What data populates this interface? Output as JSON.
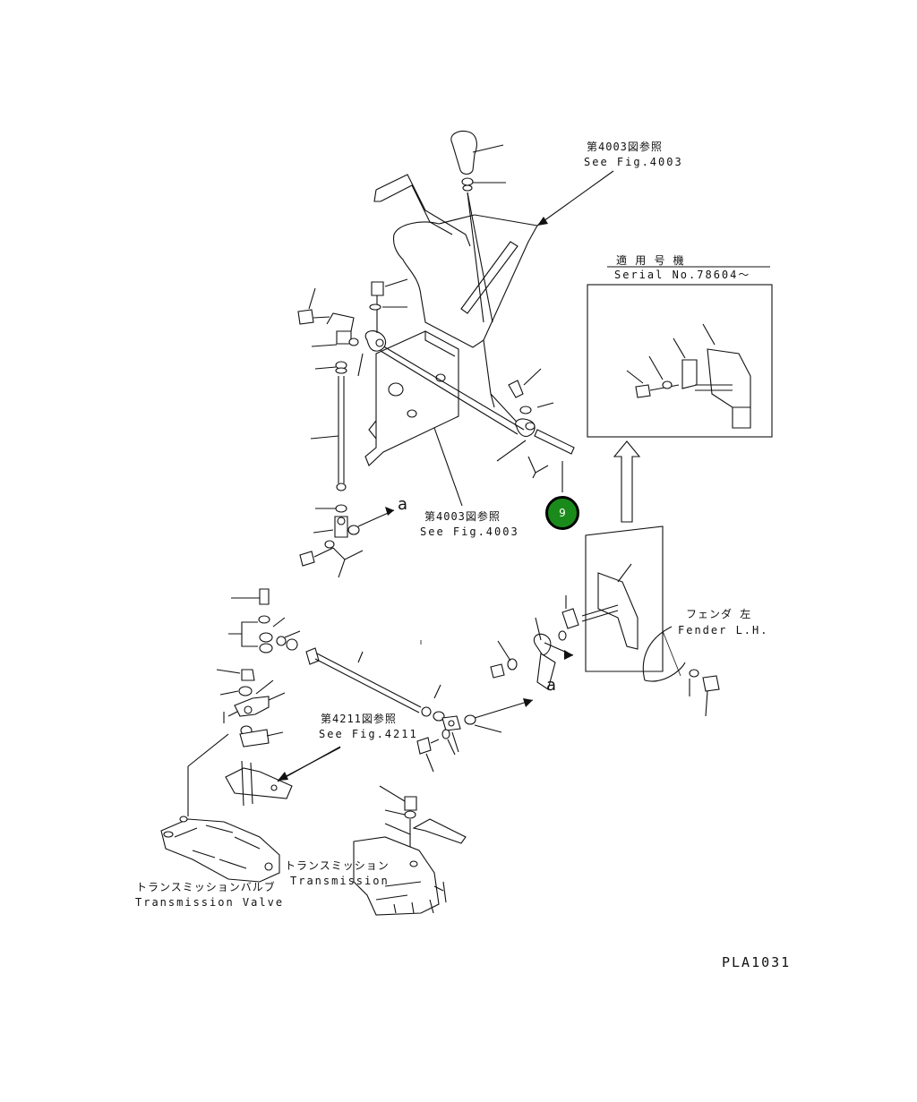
{
  "diagram": {
    "callouts": {
      "fig4003_top_jp": "第4003図参照",
      "fig4003_top_en": "See Fig.4003",
      "fig4003_mid_jp": "第4003図参照",
      "fig4003_mid_en": "See Fig.4003",
      "fig4211_jp": "第4211図参照",
      "fig4211_en": "See Fig.4211",
      "serial_jp": "適 用 号 機",
      "serial_en": "Serial No.78604〜",
      "fender_jp": "フェンダ 左",
      "fender_en": "Fender L.H.",
      "transmission_jp": "トランスミッション",
      "transmission_en": "Transmission",
      "trans_valve_jp": "トランスミッションバルブ",
      "trans_valve_en": "Transmission Valve",
      "a_upper": "a",
      "a_lower": "a"
    },
    "badge": {
      "label": "9",
      "color": "#1a8a1a"
    },
    "doc_id": "PLA1031"
  }
}
